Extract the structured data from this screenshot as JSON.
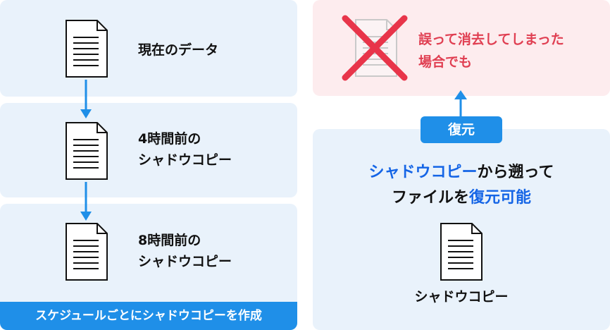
{
  "left": {
    "items": [
      {
        "line1": "現在のデータ",
        "line2": ""
      },
      {
        "line1": "4時間前の",
        "line2": "シャドウコピー"
      },
      {
        "line1": "8時間前の",
        "line2": "シャドウコピー"
      }
    ],
    "banner": "スケジュールごとにシャドウコピーを作成"
  },
  "right": {
    "mistake": {
      "line1": "誤って消去してしまった",
      "line2": "場合でも"
    },
    "restore_label": "復元",
    "headline": {
      "part1": "シャドウコピー",
      "part2": "から遡って",
      "part3": "ファイルを",
      "part4": "復元可能"
    },
    "shadow_label": "シャドウコピー"
  },
  "colors": {
    "panel": "#e9f2fb",
    "accent": "#1f8fe8",
    "mistake_bg": "#fdecee",
    "mistake_text": "#e03f52",
    "cross": "#e8354a",
    "highlight": "#1565e6"
  }
}
